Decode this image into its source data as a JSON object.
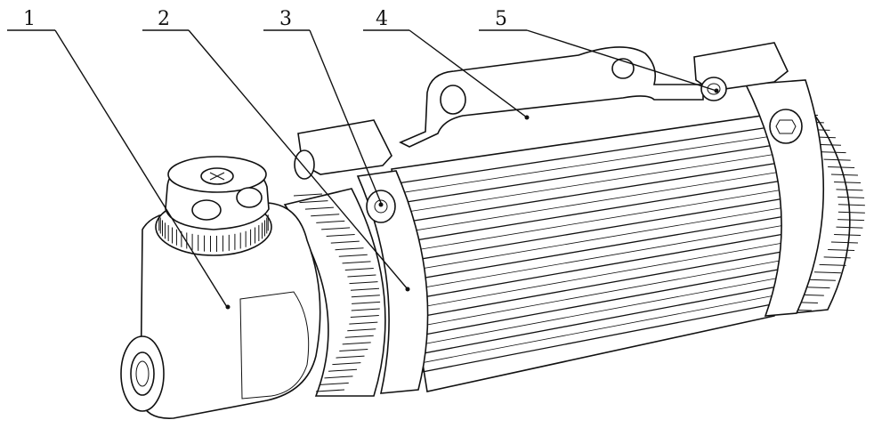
{
  "figure": {
    "callouts": [
      {
        "id": "1",
        "label": "1"
      },
      {
        "id": "2",
        "label": "2"
      },
      {
        "id": "3",
        "label": "3"
      },
      {
        "id": "4",
        "label": "4"
      },
      {
        "id": "5",
        "label": "5"
      }
    ]
  },
  "colors": {
    "ink": "#111111",
    "paper": "#ffffff"
  }
}
